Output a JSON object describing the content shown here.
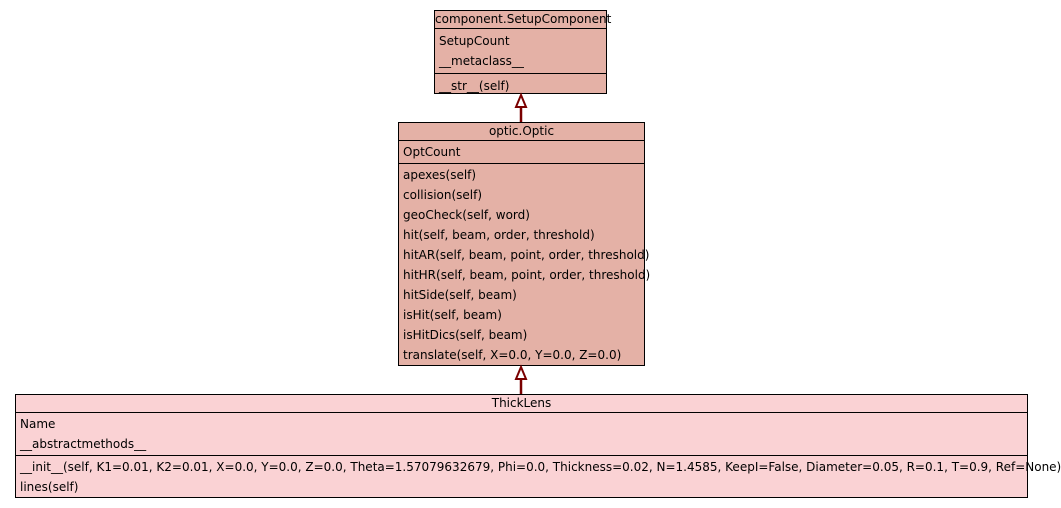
{
  "diagram": {
    "classes": [
      {
        "id": "setup-component",
        "name": "component.SetupComponent",
        "attributes": [
          "SetupCount",
          "__metaclass__"
        ],
        "methods": [
          "__str__(self)"
        ]
      },
      {
        "id": "optic",
        "name": "optic.Optic",
        "attributes": [
          "OptCount"
        ],
        "methods": [
          "apexes(self)",
          "collision(self)",
          "geoCheck(self, word)",
          "hit(self, beam, order, threshold)",
          "hitAR(self, beam, point, order, threshold)",
          "hitHR(self, beam, point, order, threshold)",
          "hitSide(self, beam)",
          "isHit(self, beam)",
          "isHitDics(self, beam)",
          "translate(self, X=0.0, Y=0.0, Z=0.0)"
        ]
      },
      {
        "id": "thick-lens",
        "name": "ThickLens",
        "attributes": [
          "Name",
          "__abstractmethods__"
        ],
        "methods": [
          "__init__(self, K1=0.01, K2=0.01, X=0.0, Y=0.0, Z=0.0, Theta=1.57079632679, Phi=0.0, Thickness=0.02, N=1.4585, KeepI=False, Diameter=0.05, R=0.1, T=0.9, Ref=None)",
          "lines(self)"
        ]
      }
    ],
    "inheritance": [
      {
        "child": "optic",
        "parent": "setup-component"
      },
      {
        "child": "thick-lens",
        "parent": "optic"
      }
    ],
    "colors": {
      "base_class_fill": "#e4b1a6",
      "leaf_class_fill": "#fad2d4",
      "edge": "#7a0000",
      "border": "#000000"
    }
  }
}
